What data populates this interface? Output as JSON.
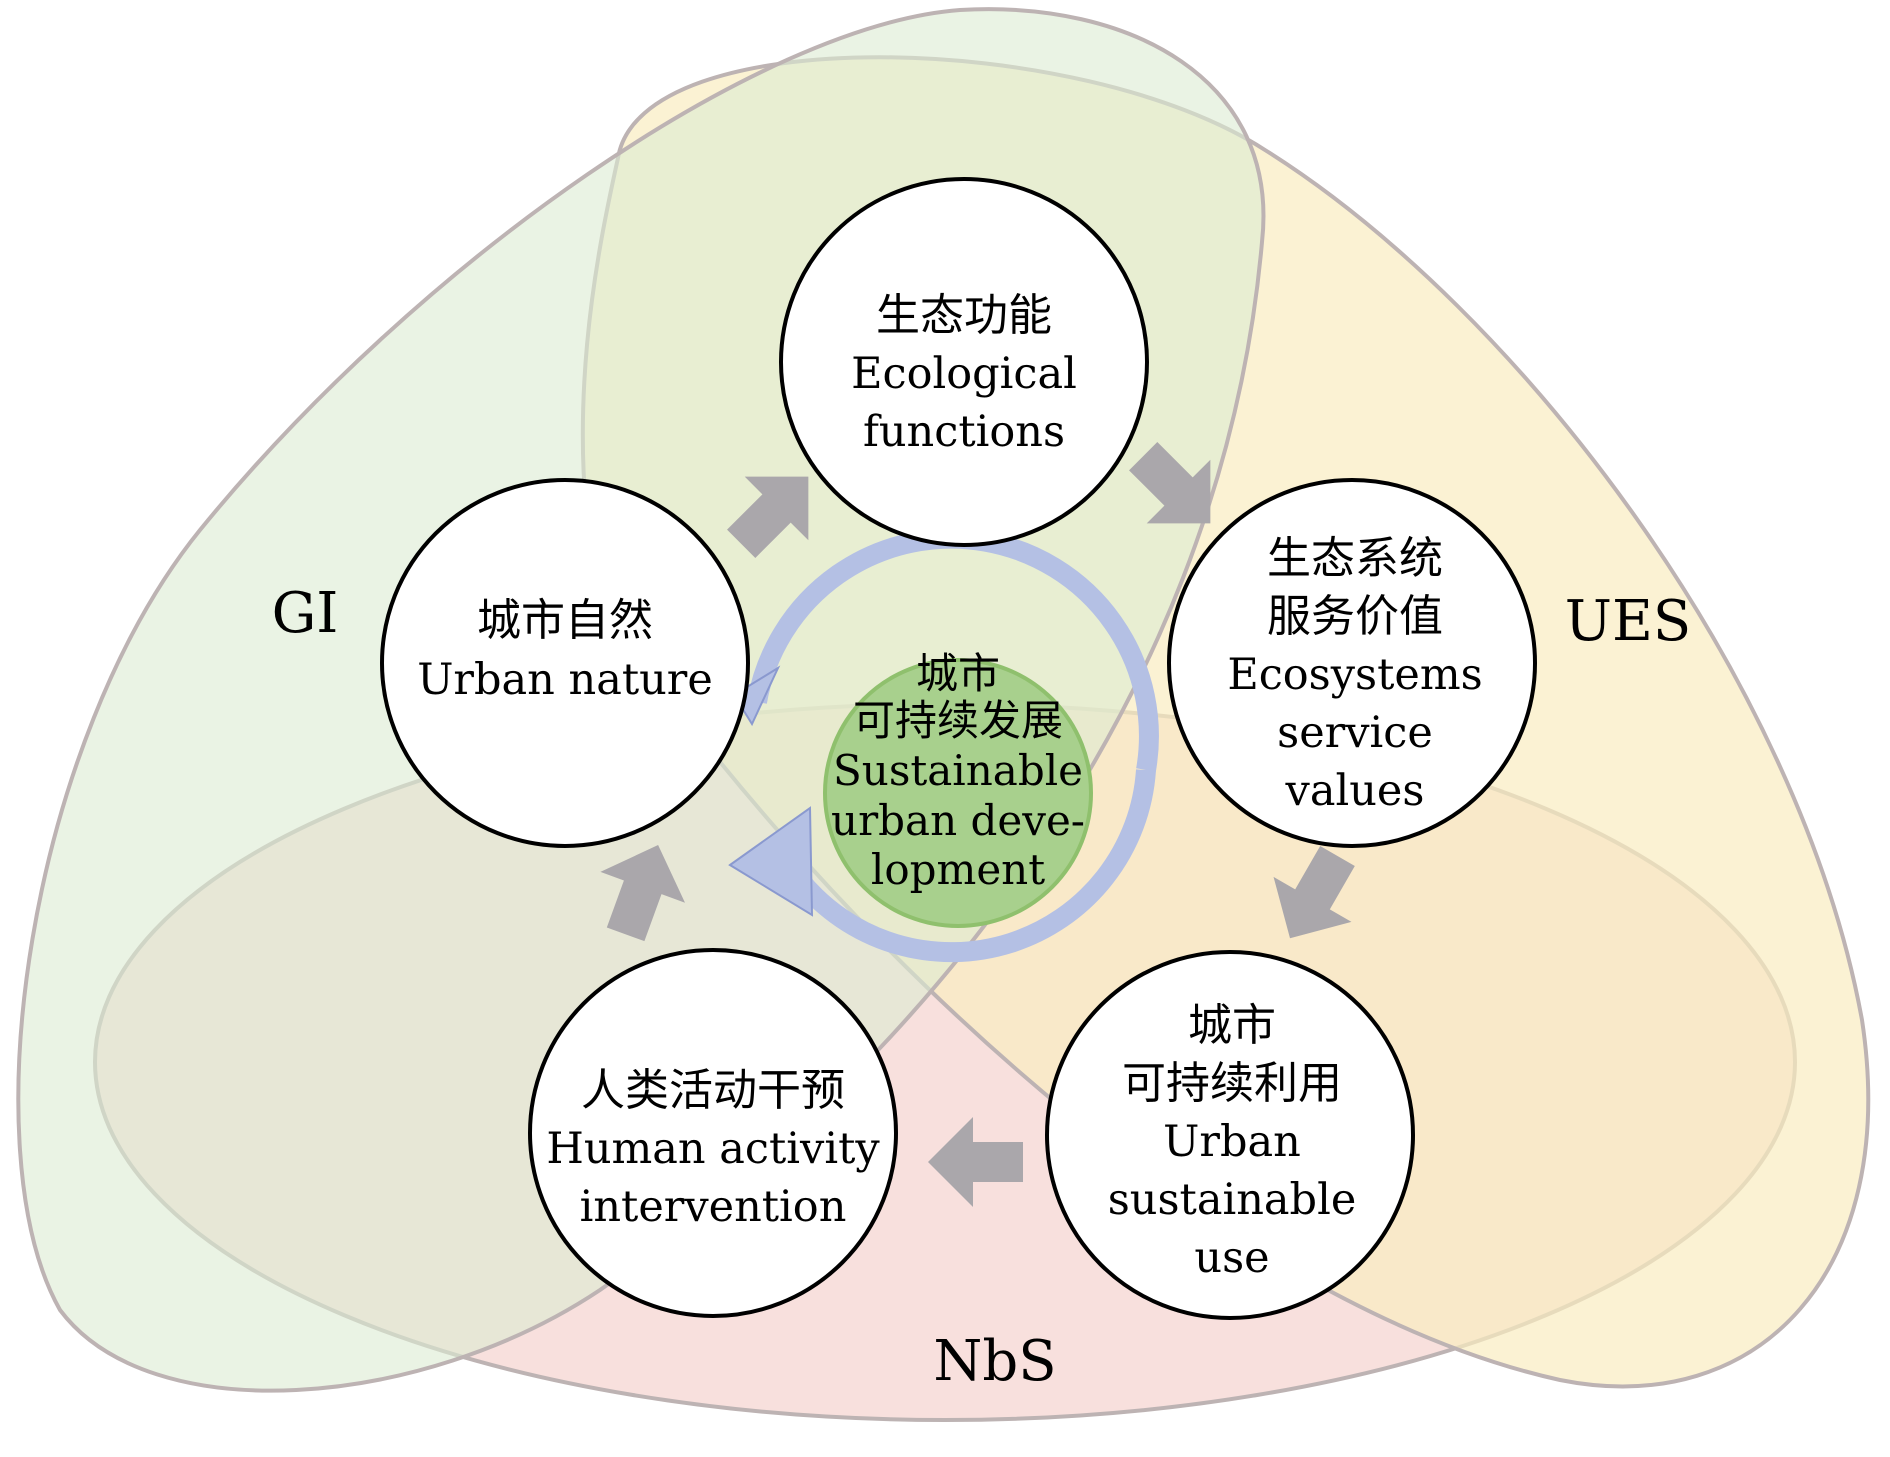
{
  "regions": [
    {
      "id": "gi",
      "label": "GI",
      "color": "#dcebd2"
    },
    {
      "id": "ues",
      "label": "UES",
      "color": "#faedc0"
    },
    {
      "id": "nbs",
      "label": "NbS",
      "color": "#f6d5d2"
    }
  ],
  "center": {
    "lines": [
      "城市",
      "可持续发展",
      "Sustainable",
      "urban deve-",
      "lopment"
    ],
    "fill": "#a8d08d",
    "cycle_color": "#b4c0e4"
  },
  "nodes": [
    {
      "id": "ecological-functions",
      "lines": [
        "生态功能",
        "Ecological",
        "functions"
      ]
    },
    {
      "id": "ecosystem-service-values",
      "lines": [
        "生态系统",
        "服务价值",
        "Ecosystems",
        "service",
        "values"
      ]
    },
    {
      "id": "urban-sustainable-use",
      "lines": [
        "城市",
        "可持续利用",
        "Urban",
        "sustainable",
        "use"
      ]
    },
    {
      "id": "human-activity-intervention",
      "lines": [
        "人类活动干预",
        "Human activity",
        "intervention"
      ]
    },
    {
      "id": "urban-nature",
      "lines": [
        "城市自然",
        "Urban nature"
      ]
    }
  ],
  "arrow_color": "#aaa7ab"
}
